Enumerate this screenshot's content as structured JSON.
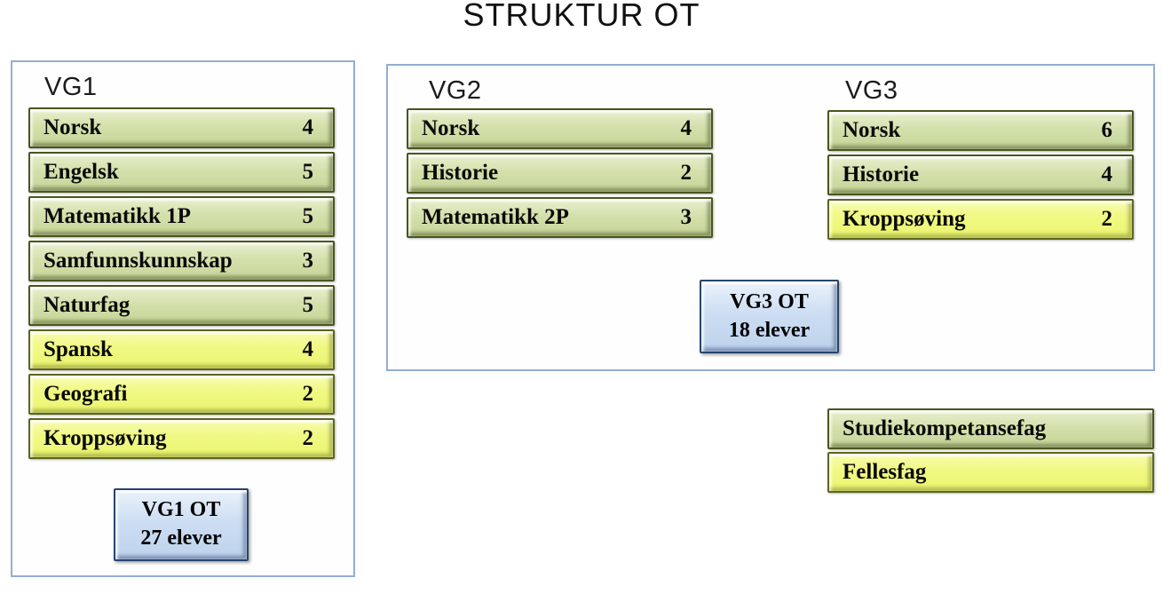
{
  "title": "STRUKTUR OT",
  "columns": {
    "vg1": {
      "heading": "VG1",
      "rows": [
        {
          "label": "Norsk",
          "hours": "4",
          "type": "studiekompetansefag"
        },
        {
          "label": "Engelsk",
          "hours": "5",
          "type": "studiekompetansefag"
        },
        {
          "label": "Matematikk 1P",
          "hours": "5",
          "type": "studiekompetansefag"
        },
        {
          "label": "Samfunnskunnskap",
          "hours": "3",
          "type": "studiekompetansefag"
        },
        {
          "label": "Naturfag",
          "hours": "5",
          "type": "studiekompetansefag"
        },
        {
          "label": "Spansk",
          "hours": "4",
          "type": "fellesfag"
        },
        {
          "label": "Geografi",
          "hours": "2",
          "type": "fellesfag"
        },
        {
          "label": "Kroppsøving",
          "hours": "2",
          "type": "fellesfag"
        }
      ],
      "badge": {
        "line1": "VG1 OT",
        "line2": "27 elever"
      }
    },
    "vg2": {
      "heading": "VG2",
      "rows": [
        {
          "label": "Norsk",
          "hours": "4",
          "type": "studiekompetansefag"
        },
        {
          "label": "Historie",
          "hours": "2",
          "type": "studiekompetansefag"
        },
        {
          "label": "Matematikk 2P",
          "hours": "3",
          "type": "studiekompetansefag"
        }
      ]
    },
    "vg3": {
      "heading": "VG3",
      "rows": [
        {
          "label": "Norsk",
          "hours": "6",
          "type": "studiekompetansefag"
        },
        {
          "label": "Historie",
          "hours": "4",
          "type": "studiekompetansefag"
        },
        {
          "label": "Kroppsøving",
          "hours": "2",
          "type": "fellesfag"
        }
      ],
      "badge": {
        "line1": "VG3 OT",
        "line2": "18 elever"
      }
    }
  },
  "legend": {
    "items": [
      {
        "label": "Studiekompetansefag",
        "type": "studiekompetansefag"
      },
      {
        "label": "Fellesfag",
        "type": "fellesfag"
      }
    ]
  },
  "colors": {
    "studiekompetansefag_fill": "#d3e0ab",
    "fellesfag_fill": "#f1f985",
    "bar_border_green": "#49561c",
    "bar_border_yellow": "#5d651d",
    "badge_fill": "#cddef3",
    "badge_border": "#26456f",
    "frame_border": "#92aed2",
    "background": "#ffffff"
  }
}
